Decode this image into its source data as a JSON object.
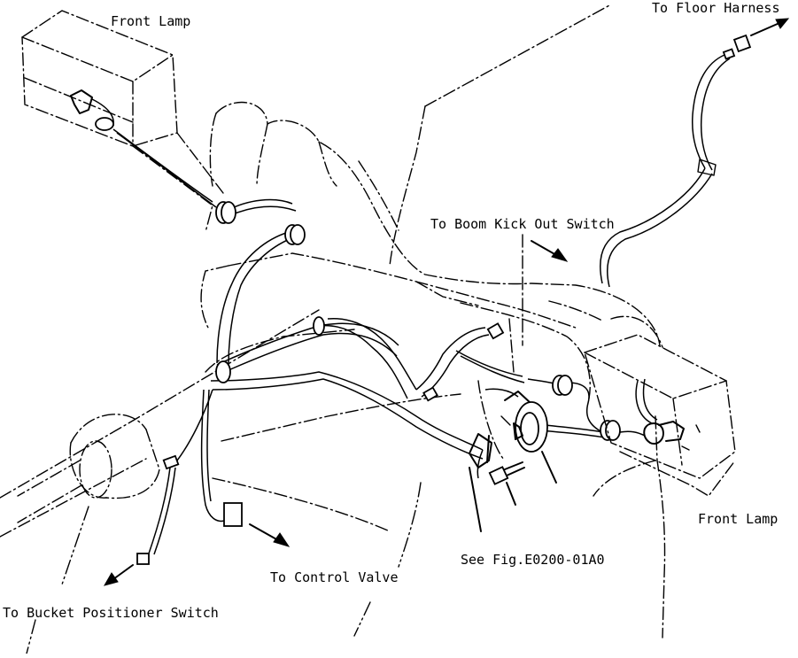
{
  "labels": {
    "front_lamp_top": "Front Lamp",
    "to_floor_harness": "To Floor Harness",
    "to_boom_kick_out_switch": "To Boom Kick Out Switch",
    "front_lamp_right": "Front Lamp",
    "see_fig": "See Fig.E0200-01A0",
    "to_control_valve": "To Control Valve",
    "to_bucket_positioner_switch": "To Bucket Positioner Switch"
  }
}
